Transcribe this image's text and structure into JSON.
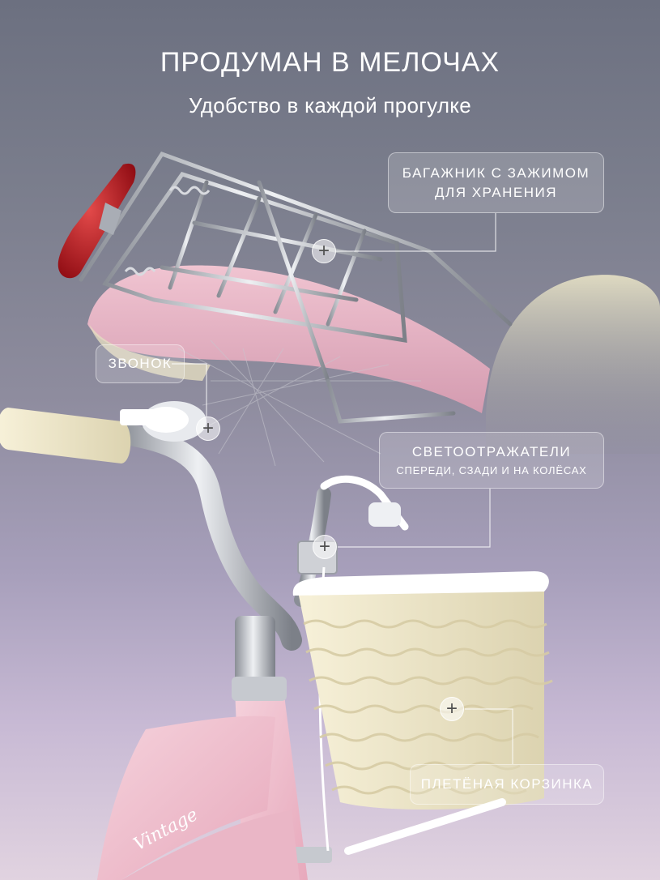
{
  "header": {
    "title": "ПРОДУМАН В МЕЛОЧАХ",
    "subtitle": "Удобство в каждой прогулке"
  },
  "callouts": {
    "rack": {
      "title": "БАГАЖНИК С ЗАЖИМОМ",
      "title_line2": "ДЛЯ ХРАНЕНИЯ"
    },
    "bell": {
      "title": "ЗВОНОК"
    },
    "reflectors": {
      "title": "СВЕТООТРАЖАТЕЛИ",
      "subtitle": "СПЕРЕДИ, СЗАДИ И НА КОЛЁСАХ"
    },
    "basket": {
      "title": "ПЛЕТЁНАЯ КОРЗИНКА"
    }
  },
  "frame_text": "Vintage",
  "icons": {
    "hotspot": "plus-icon"
  },
  "colors": {
    "bike_pink": "#efc3d0",
    "basket_cream": "#f1ead0",
    "grip_cream": "#ece8c8",
    "reflector_red": "#b5121b",
    "chrome": "#c9ccd3"
  }
}
